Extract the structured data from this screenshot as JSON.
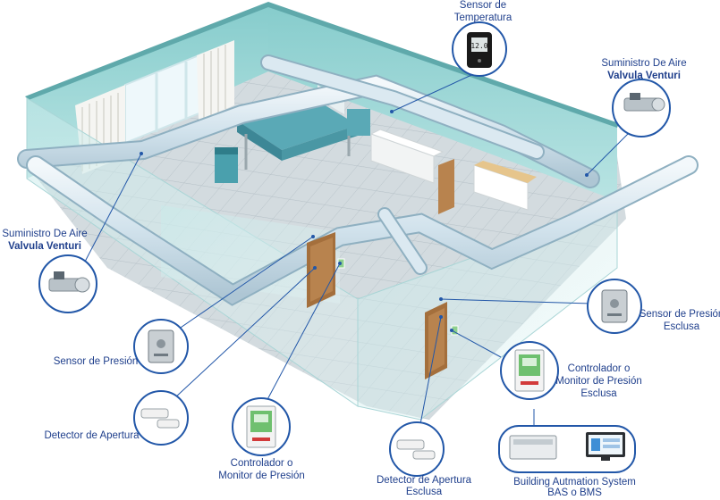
{
  "colors": {
    "wall": "#9fd8d8",
    "wall_dark": "#7cc3c4",
    "floor": "#cfd7db",
    "duct": "#d7e6ee",
    "callout": "#2257a8",
    "label": "#1f3f8c",
    "door": "#9a6a3a"
  },
  "callouts": {
    "sensor_temperatura": {
      "line1": "Sensor de",
      "line2": "Temperatura",
      "display": "12.0",
      "icon": "thermostat-icon"
    },
    "suministro_derecha": {
      "line1": "Suministro De Aire",
      "line2": "Valvula Venturi",
      "icon": "venturi-valve-icon"
    },
    "suministro_izquierda": {
      "line1": "Suministro De Aire",
      "line2": "Valvula Venturi",
      "icon": "venturi-valve-icon"
    },
    "sensor_presion": {
      "line1": "Sensor de Presión",
      "icon": "pressure-sensor-icon"
    },
    "sensor_presion_esclusa": {
      "line1": "Sensor de Presión",
      "line2": "Esclusa",
      "icon": "pressure-sensor-icon"
    },
    "detector_apertura": {
      "line1": "Detector de Apertura",
      "icon": "door-contact-icon"
    },
    "controlador_presion": {
      "line1": "Controlador o",
      "line2": "Monitor de Presión",
      "icon": "pressure-controller-icon"
    },
    "controlador_esclusa": {
      "line1": "Controlador o",
      "line2": "Monitor de Presión",
      "line3": "Esclusa",
      "icon": "pressure-controller-icon"
    },
    "detector_apertura_esclusa": {
      "line1": "Detector de Apertura",
      "line2": "Esclusa",
      "icon": "door-contact-icon"
    },
    "bms": {
      "line1": "Building Autmation System",
      "line2": "BAS o BMS",
      "icon": "bms-icon"
    }
  }
}
